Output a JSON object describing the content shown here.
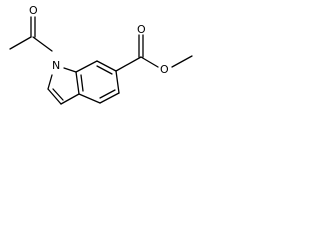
{
  "molecule": {
    "atoms": {
      "n1": "N",
      "o_acetyl": "O",
      "o_carbonyl": "O",
      "o_ester": "O"
    }
  },
  "colors": {
    "bond": "#000000",
    "label": "#000000",
    "background": "#ffffff"
  }
}
